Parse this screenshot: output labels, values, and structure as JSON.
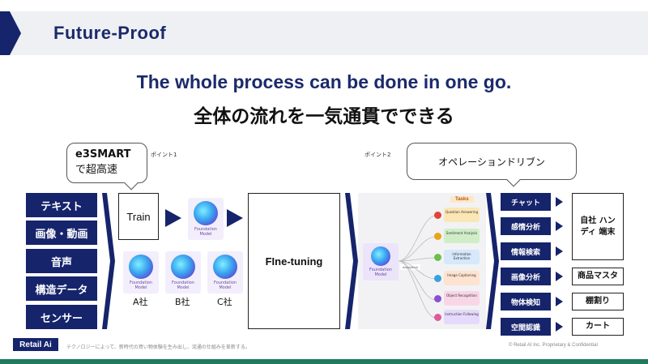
{
  "header": {
    "title": "Future-Proof"
  },
  "titles": {
    "en": "The whole process can be done in one go.",
    "ja": "全体の流れを一気通貫でできる"
  },
  "callouts": {
    "left": {
      "line1": "e3SMART",
      "line2": "で超高速"
    },
    "point1": "ポイント1",
    "point2": "ポイント2",
    "right": "オペレーションドリブン"
  },
  "inputs": [
    "テキスト",
    "画像・動画",
    "音声",
    "構造データ",
    "センサー"
  ],
  "train": {
    "label": "Train",
    "model_label": "Foundation Model",
    "companies": [
      "A社",
      "B社",
      "C社"
    ]
  },
  "finetune": {
    "label": "FIne-tuning"
  },
  "tasks_panel": {
    "model_label": "Foundation Model",
    "adaptation": "Adaptation",
    "header": "Tasks",
    "items": [
      "Question Answering",
      "Sentiment Analysis",
      "Information Extraction",
      "Image Captioning",
      "Object Recognition",
      "Instruction Following"
    ]
  },
  "outputs": {
    "buttons": [
      "チャット",
      "感情分析",
      "情報検索",
      "画像分析",
      "物体検知",
      "空間認識"
    ],
    "targets": [
      {
        "label": "自社 ハンディ 端末"
      },
      {
        "label": "商品マスタ"
      },
      {
        "label": "棚割り"
      },
      {
        "label": "カート"
      }
    ]
  },
  "footer": {
    "logo": "Retail Ai",
    "text": "テクノロジーによって、新時代の買い物体験を生み出し、流通の仕組みを革新する。",
    "copyright": "© Retail AI Inc. Proprietary & Confidential"
  },
  "colors": {
    "navy": "#16246c",
    "footer_green": "#1f7a5e"
  }
}
